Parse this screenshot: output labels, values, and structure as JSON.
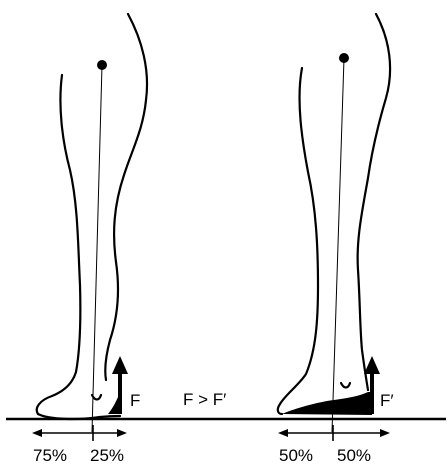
{
  "colors": {
    "ink": "#000000",
    "paper": "#ffffff"
  },
  "left_panel": {
    "force_label": "F",
    "split_left": "75%",
    "split_right": "25%"
  },
  "middle": {
    "comparison": "F > F′"
  },
  "right_panel": {
    "force_label": "F′",
    "split_left": "50%",
    "split_right": "50%"
  }
}
